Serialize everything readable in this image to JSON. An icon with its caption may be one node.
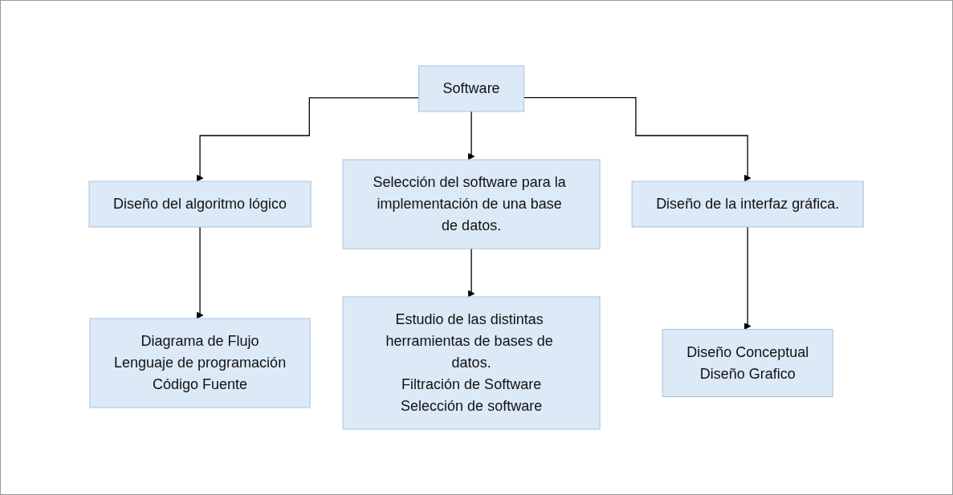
{
  "diagram": {
    "nodes": [
      {
        "text": [
          "Software"
        ]
      },
      {
        "text": [
          "Diseño del algoritmo lógico"
        ]
      },
      {
        "text": [
          "Selección del software para la implementación de una base de datos."
        ]
      },
      {
        "text": [
          "Diseño de la interfaz gráfica."
        ]
      },
      {
        "text": [
          "Diagrama de Flujo",
          "Lenguaje de programación",
          "Código Fuente"
        ]
      },
      {
        "text": [
          "Estudio de las distintas herramientas de bases de datos.",
          "Filtración de Software",
          "Selección de software"
        ]
      },
      {
        "text": [
          "Diseño Conceptual",
          "Diseño Grafico"
        ]
      }
    ],
    "edges": [
      {
        "from": 0,
        "to": 1,
        "arrow": "to"
      },
      {
        "from": 0,
        "to": 2,
        "arrow": "to"
      },
      {
        "from": 0,
        "to": 3,
        "arrow": "to"
      },
      {
        "from": 1,
        "to": 4,
        "arrow": "to"
      },
      {
        "from": 2,
        "to": 5,
        "arrow": "to"
      },
      {
        "from": 3,
        "to": 6,
        "arrow": "to"
      }
    ]
  }
}
